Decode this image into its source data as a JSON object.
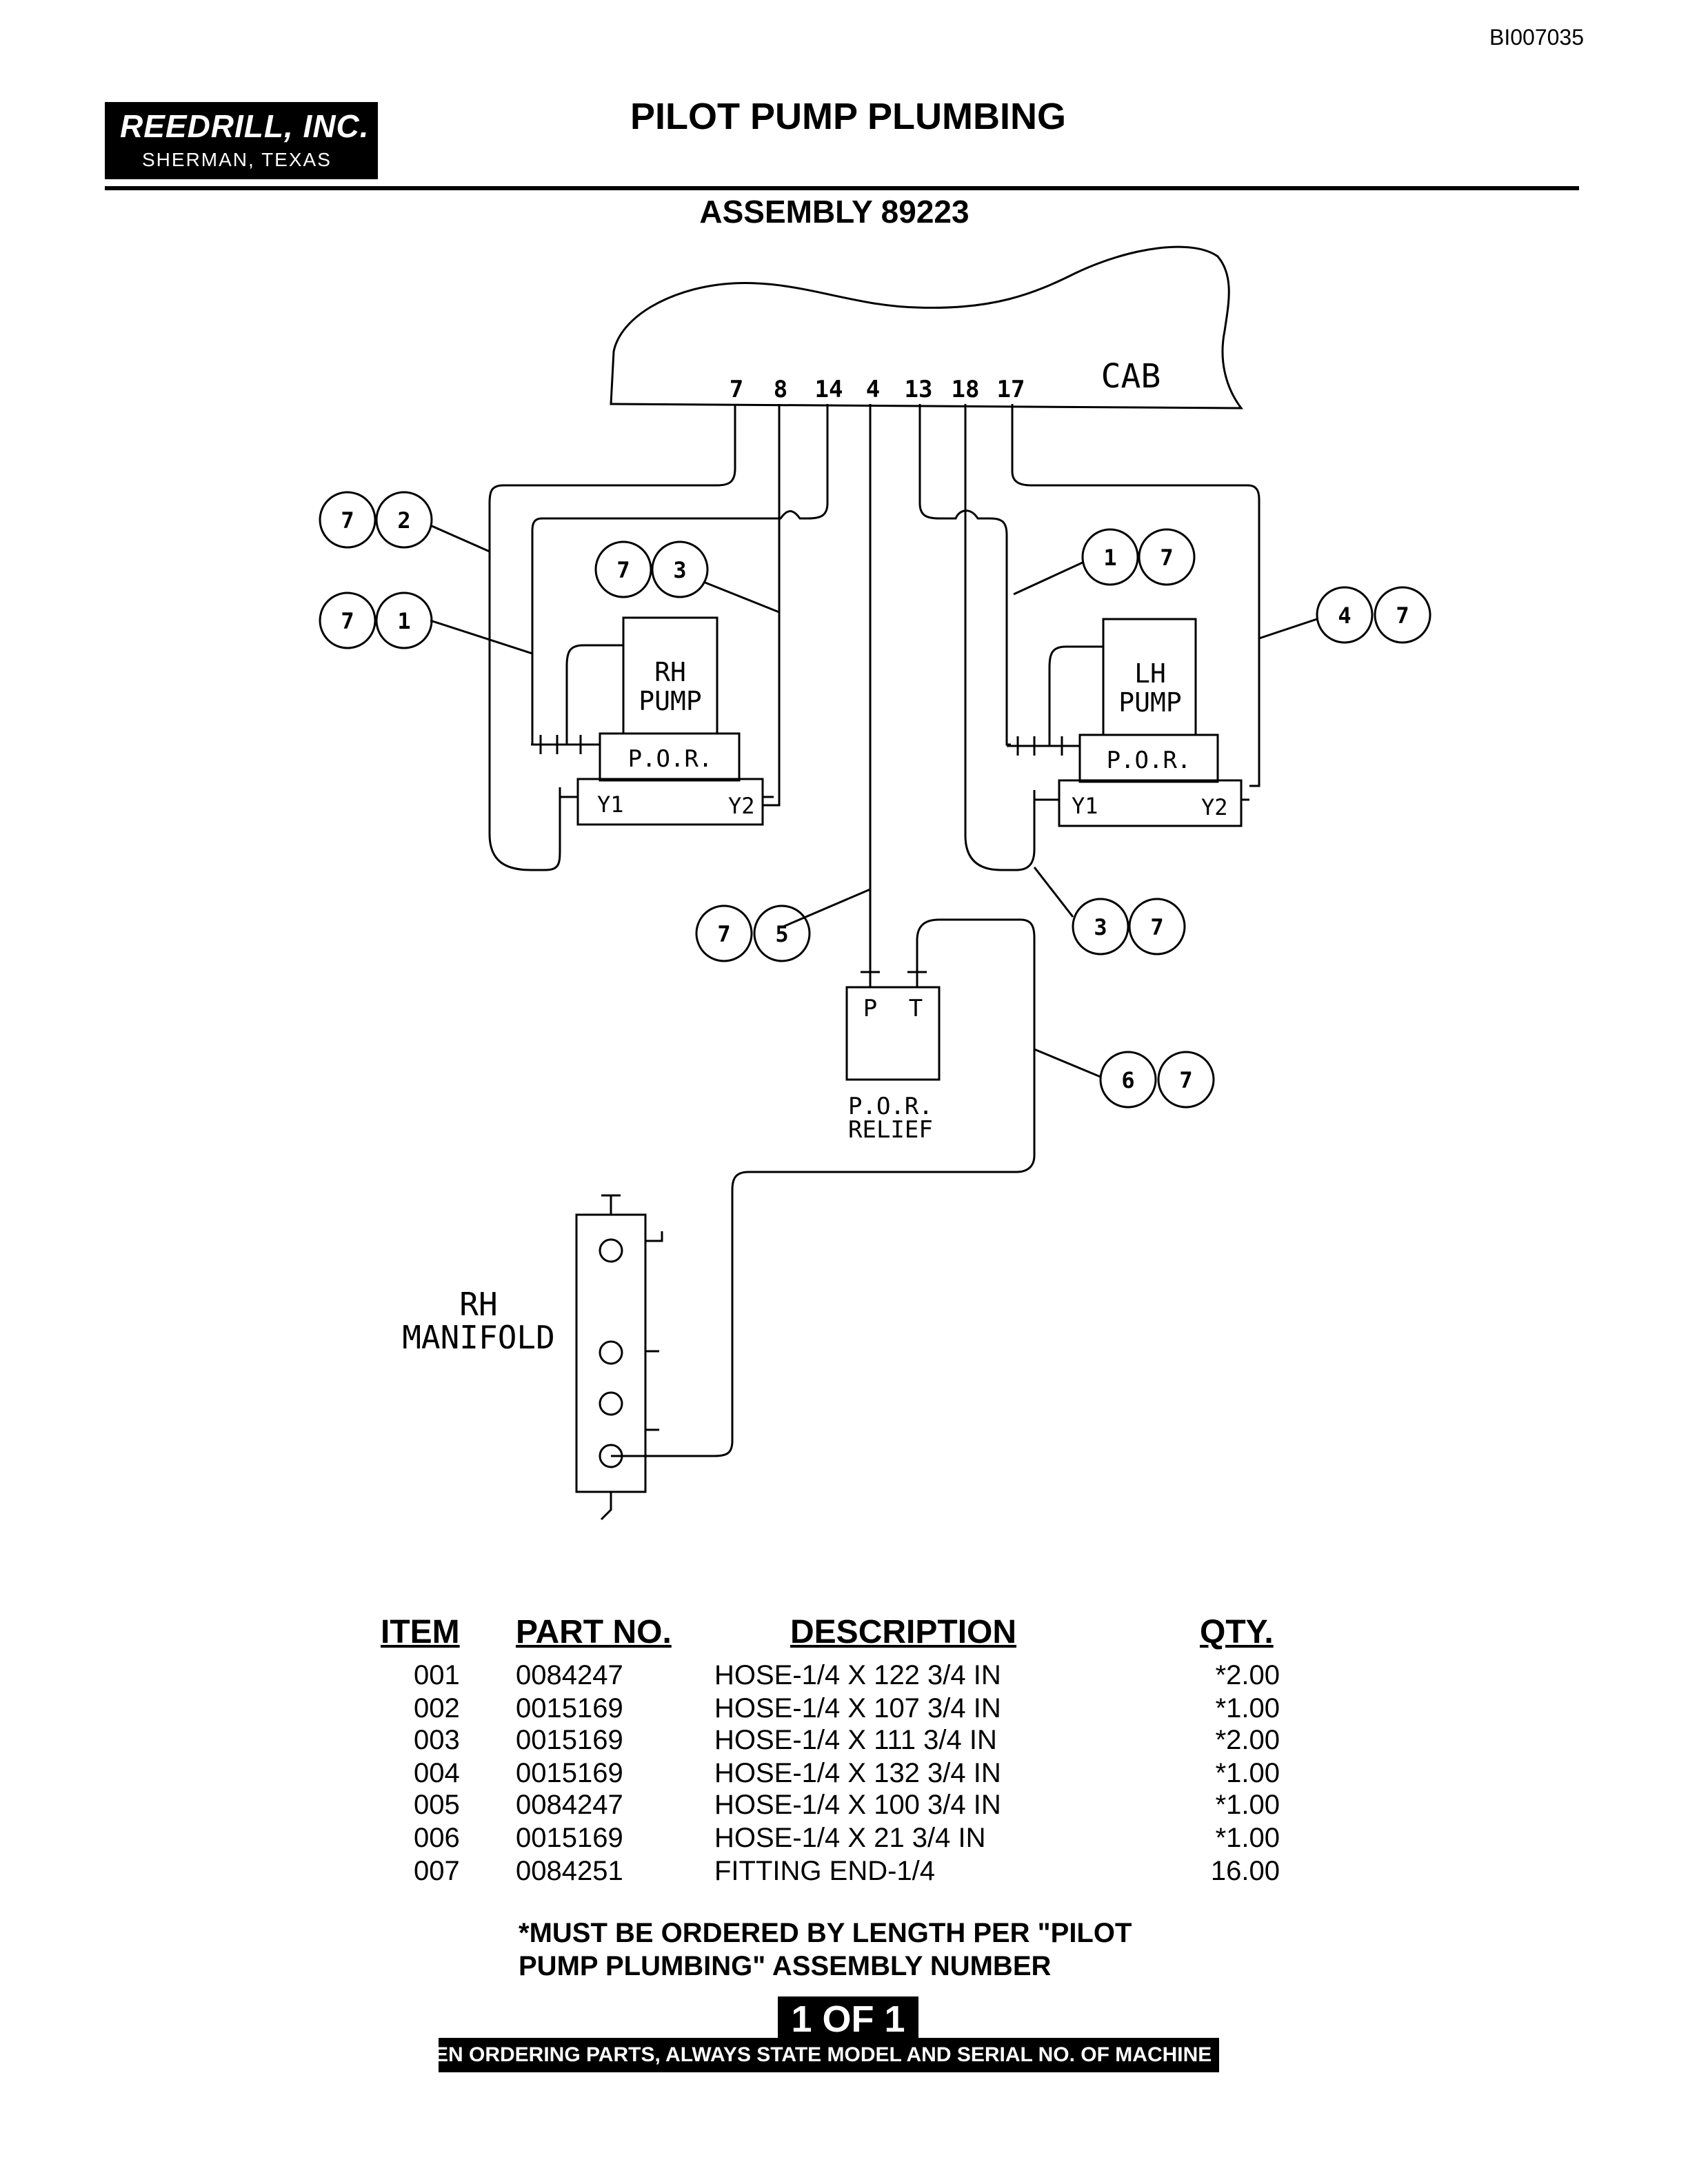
{
  "document_id": "BI007035",
  "logo": {
    "company": "REEDRILL, INC.",
    "city": "SHERMAN, TEXAS"
  },
  "title": "PILOT PUMP PLUMBING",
  "assembly": "ASSEMBLY 89223",
  "diagram": {
    "cab_label": "CAB",
    "port_numbers": [
      "7",
      "8",
      "14",
      "4",
      "13",
      "18",
      "17"
    ],
    "rh_pump": {
      "line1": "RH",
      "line2": "PUMP",
      "por": "P.O.R.",
      "y1": "Y1",
      "y2": "Y2"
    },
    "lh_pump": {
      "line1": "LH",
      "line2": "PUMP",
      "por": "P.O.R.",
      "y1": "Y1",
      "y2": "Y2"
    },
    "relief": {
      "p": "P",
      "t": "T",
      "line1": "P.O.R.",
      "line2": "RELIEF"
    },
    "manifold": {
      "line1": "RH",
      "line2": "MANIFOLD"
    },
    "callouts": [
      [
        "7",
        "2"
      ],
      [
        "7",
        "1"
      ],
      [
        "7",
        "3"
      ],
      [
        "1",
        "7"
      ],
      [
        "4",
        "7"
      ],
      [
        "7",
        "5"
      ],
      [
        "3",
        "7"
      ],
      [
        "6",
        "7"
      ]
    ]
  },
  "parts_table": {
    "headers": {
      "item": "ITEM",
      "part_no": "PART NO.",
      "description": "DESCRIPTION",
      "qty": "QTY."
    },
    "rows": [
      {
        "item": "001",
        "part_no": "0084247",
        "description": "HOSE-1/4 X 122 3/4 IN",
        "qty": "*2.00"
      },
      {
        "item": "002",
        "part_no": "0015169",
        "description": "HOSE-1/4 X 107 3/4 IN",
        "qty": "*1.00"
      },
      {
        "item": "003",
        "part_no": "0015169",
        "description": "HOSE-1/4 X 111 3/4 IN",
        "qty": "*2.00"
      },
      {
        "item": "004",
        "part_no": "0015169",
        "description": "HOSE-1/4 X 132 3/4 IN",
        "qty": "*1.00"
      },
      {
        "item": "005",
        "part_no": "0084247",
        "description": "HOSE-1/4 X 100 3/4 IN",
        "qty": "*1.00"
      },
      {
        "item": "006",
        "part_no": "0015169",
        "description": "HOSE-1/4 X 21 3/4 IN",
        "qty": "*1.00"
      },
      {
        "item": "007",
        "part_no": "0084251",
        "description": "FITTING END-1/4",
        "qty": "16.00"
      }
    ]
  },
  "note": {
    "line1": "*MUST BE ORDERED BY LENGTH PER \"PILOT",
    "line2": "PUMP PLUMBING\" ASSEMBLY NUMBER"
  },
  "page": "1 OF 1",
  "footer": "EN ORDERING PARTS, ALWAYS STATE MODEL AND SERIAL NO. OF MACHINE"
}
